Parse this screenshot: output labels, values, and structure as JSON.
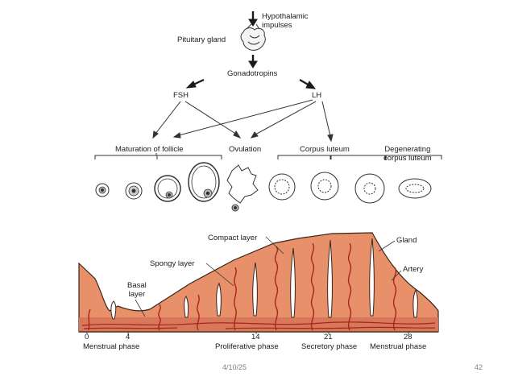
{
  "diagram": {
    "hypothalamic_impulses": "Hypothalamic\nimpulses",
    "pituitary_gland": "Pituitary gland",
    "gonadotropins": "Gonadotropins",
    "fsh": "FSH",
    "lh": "LH",
    "maturation_of_follicle": "Maturation of follicle",
    "ovulation": "Ovulation",
    "corpus_luteum": "Corpus luteum",
    "degenerating_corpus_luteum": "Degenerating\ncorpus luteum"
  },
  "endometrium": {
    "compact_layer": "Compact layer",
    "spongy_layer": "Spongy layer",
    "basal_layer": "Basal\nlayer",
    "gland": "Gland",
    "artery": "Artery",
    "day_ticks": [
      "0",
      "4",
      "14",
      "21",
      "28"
    ],
    "phases": [
      "Menstrual phase",
      "Proliferative phase",
      "Secretory phase",
      "Menstrual phase"
    ],
    "colors": {
      "tissue": "#e8906a",
      "tissue_edge": "#3a2418",
      "vessel": "#a8241c"
    }
  },
  "footer": {
    "date": "4/10/25",
    "page_number": "42"
  }
}
